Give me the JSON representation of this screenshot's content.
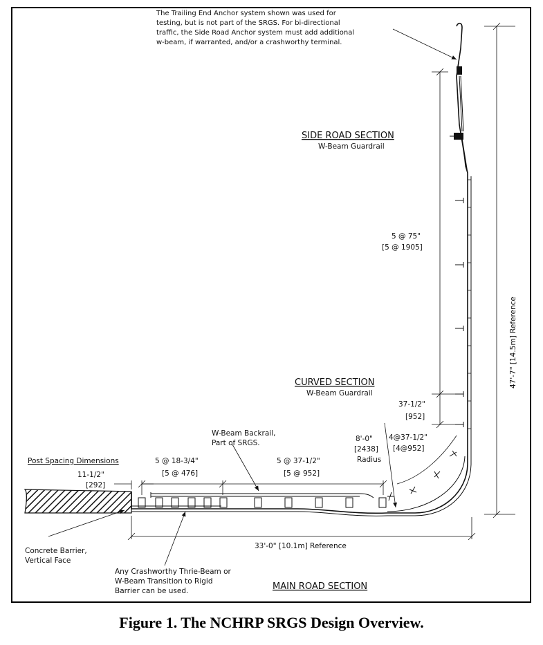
{
  "note": {
    "line1": "The Trailing End Anchor system shown was used for",
    "line2": "testing, but is not part of the SRGS.  For bi-directional",
    "line3": "traffic, the Side Road Anchor system must add additional",
    "line4": "w-beam, if warranted, and/or a crashworthy terminal."
  },
  "side_road": {
    "title": "SIDE ROAD SECTION",
    "subtitle": "W-Beam Guardrail"
  },
  "curved": {
    "title": "CURVED SECTION",
    "subtitle": "W-Beam Guardrail"
  },
  "main_road": {
    "title": "MAIN ROAD SECTION"
  },
  "dims": {
    "side_spacing": "5 @ 75\"",
    "side_spacing_mm": "[5 @ 1905]",
    "vertical_ref": "47'-7\" [14.5m] Reference",
    "curve_a": "37-1/2\"",
    "curve_a_mm": "[952]",
    "curve_b": "4@37-1/2\"",
    "curve_b_mm": "[4@952]",
    "radius_a": "8'-0\"",
    "radius_b": "[2438]",
    "radius_c": "Radius",
    "post_spacing_title": "Post Spacing Dimensions",
    "first_gap": "11-1/2\"",
    "first_gap_mm": "[292]",
    "trans_spacing": "5 @ 18-3/4\"",
    "trans_spacing_mm": "[5 @ 476]",
    "main_spacing": "5 @ 37-1/2\"",
    "main_spacing_mm": "[5 @ 952]",
    "horizontal_ref": "33'-0\" [10.1m] Reference"
  },
  "labels": {
    "backrail_1": "W-Beam Backrail,",
    "backrail_2": "Part of SRGS.",
    "barrier_1": "Concrete Barrier,",
    "barrier_2": "Vertical Face",
    "transition_1": "Any Crashworthy Thrie-Beam or",
    "transition_2": "W-Beam Transition to Rigid",
    "transition_3": "Barrier can be used."
  },
  "caption": "Figure 1. The NCHRP SRGS Design Overview."
}
